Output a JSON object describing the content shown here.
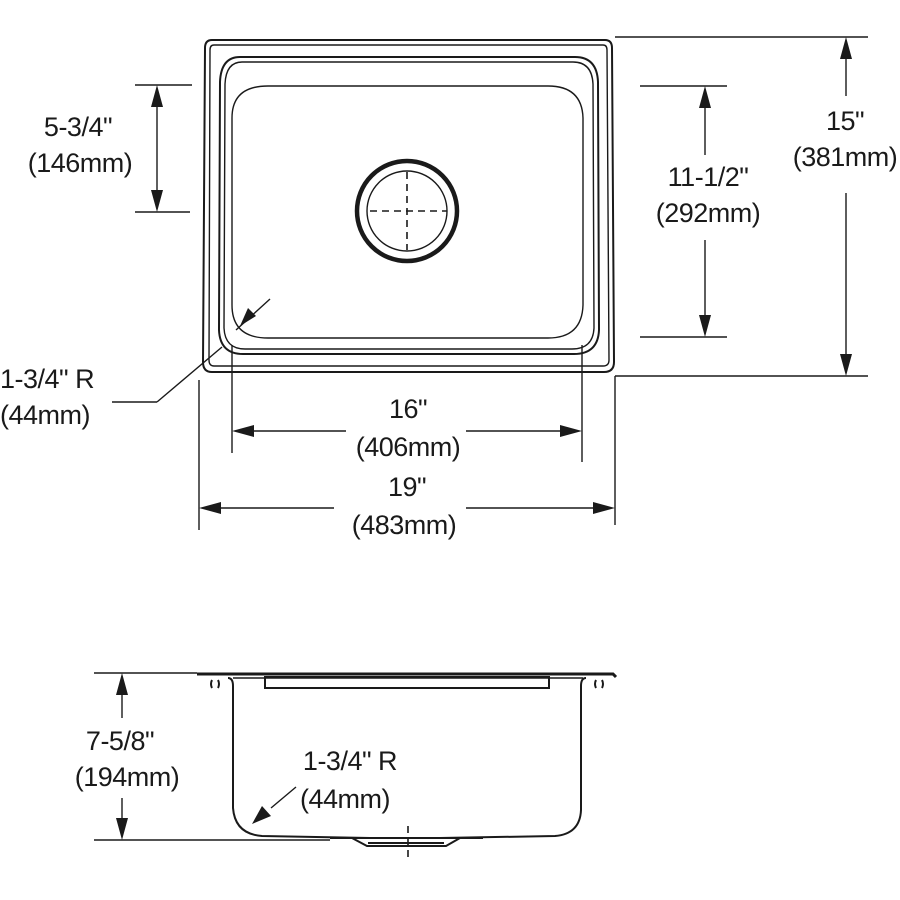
{
  "diagram": {
    "type": "sink dimension drawing",
    "colors": {
      "line": "#1a1a1a",
      "background": "#ffffff"
    },
    "top_view": {
      "dimensions": {
        "bowl_front_to_drain": {
          "imperial": "5-3/4\"",
          "metric": "(146mm)"
        },
        "bowl_front_to_back": {
          "imperial": "11-1/2\"",
          "metric": "(292mm)"
        },
        "overall_front_to_back": {
          "imperial": "15\"",
          "metric": "(381mm)"
        },
        "bowl_corner_radius": {
          "imperial": "1-3/4\" R",
          "metric": "(44mm)"
        },
        "bowl_width": {
          "imperial": "16\"",
          "metric": "(406mm)"
        },
        "overall_width": {
          "imperial": "19\"",
          "metric": "(483mm)"
        }
      }
    },
    "side_view": {
      "dimensions": {
        "bowl_depth": {
          "imperial": "7-5/8\"",
          "metric": "(194mm)"
        },
        "bottom_corner_radius": {
          "imperial": "1-3/4\" R",
          "metric": "(44mm)"
        }
      }
    }
  }
}
